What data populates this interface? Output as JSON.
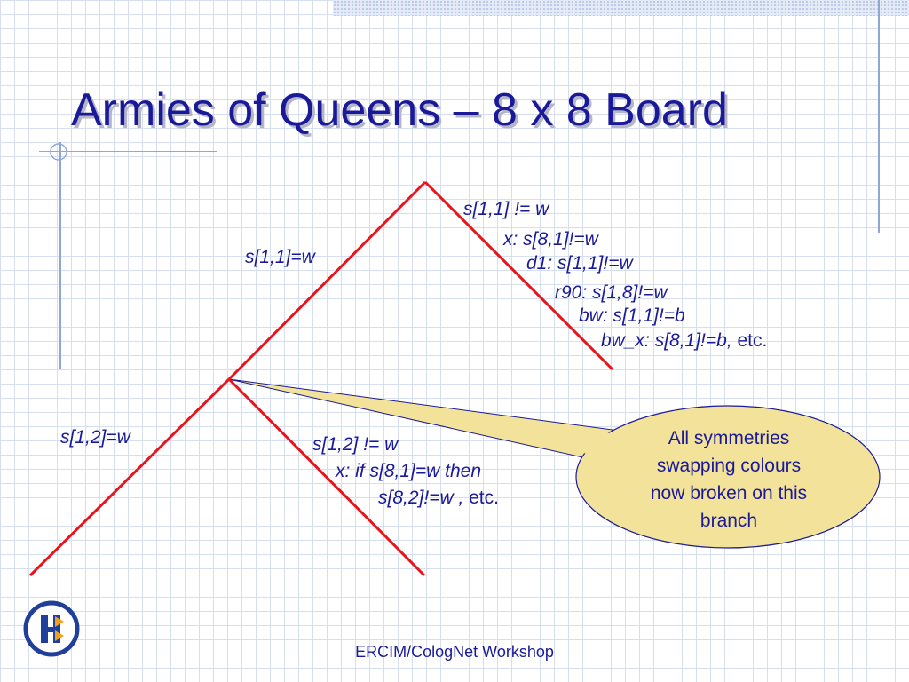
{
  "slide": {
    "title": "Armies of Queens – 8 x 8 Board",
    "footer": "ERCIM/CologNet Workshop"
  },
  "colors": {
    "title": "#1a1a99",
    "text": "#1a1a99",
    "tree_line": "#e8141c",
    "callout_fill": "#f3e39a",
    "callout_stroke": "#1a1a99",
    "grid": "#d6dff0"
  },
  "labels": {
    "left_top": "s[1,1]=w",
    "right_top": {
      "l1": "s[1,1] != w",
      "l2": "x: s[8,1]!=w",
      "l3": "d1: s[1,1]!=w",
      "l4": "r90: s[1,8]!=w",
      "l5": "bw: s[1,1]!=b",
      "l6": "bw_x: s[8,1]!=b,",
      "l6_tail": " etc."
    },
    "left_bottom": "s[1,2]=w",
    "right_bottom": {
      "l1": "s[1,2] != w",
      "l2": "x: if s[8,1]=w then",
      "l3": "s[8,2]!=w ,",
      "l3_tail": " etc."
    }
  },
  "callout": {
    "line1": "All symmetries",
    "line2": "swapping colours",
    "line3": "now broken on this",
    "line4": "branch"
  },
  "icons": {
    "logo": "ercim-logo-icon"
  }
}
